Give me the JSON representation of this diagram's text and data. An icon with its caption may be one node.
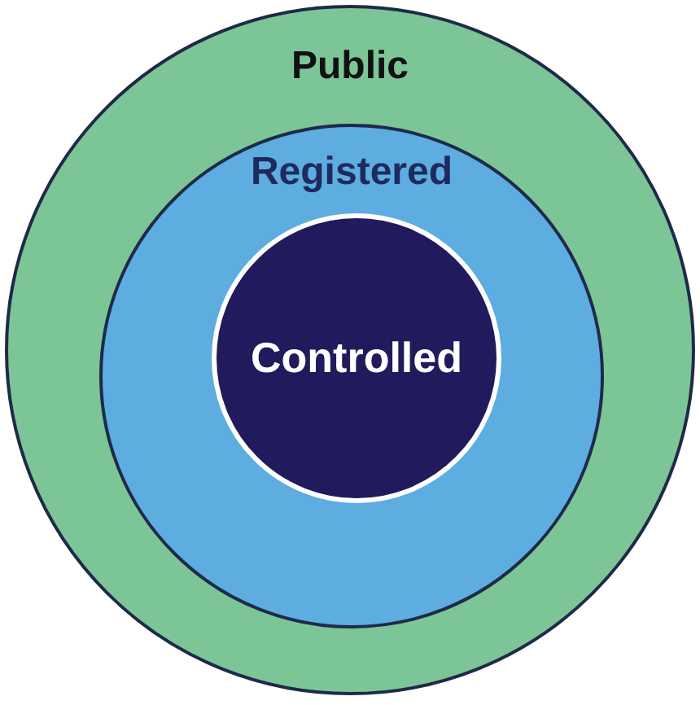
{
  "diagram": {
    "nodes": [
      {
        "text": [
          "Public"
        ]
      },
      {
        "text": [
          "Registered"
        ],
        "in": 0
      },
      {
        "text": [
          "Controlled"
        ],
        "in": 1
      }
    ]
  }
}
